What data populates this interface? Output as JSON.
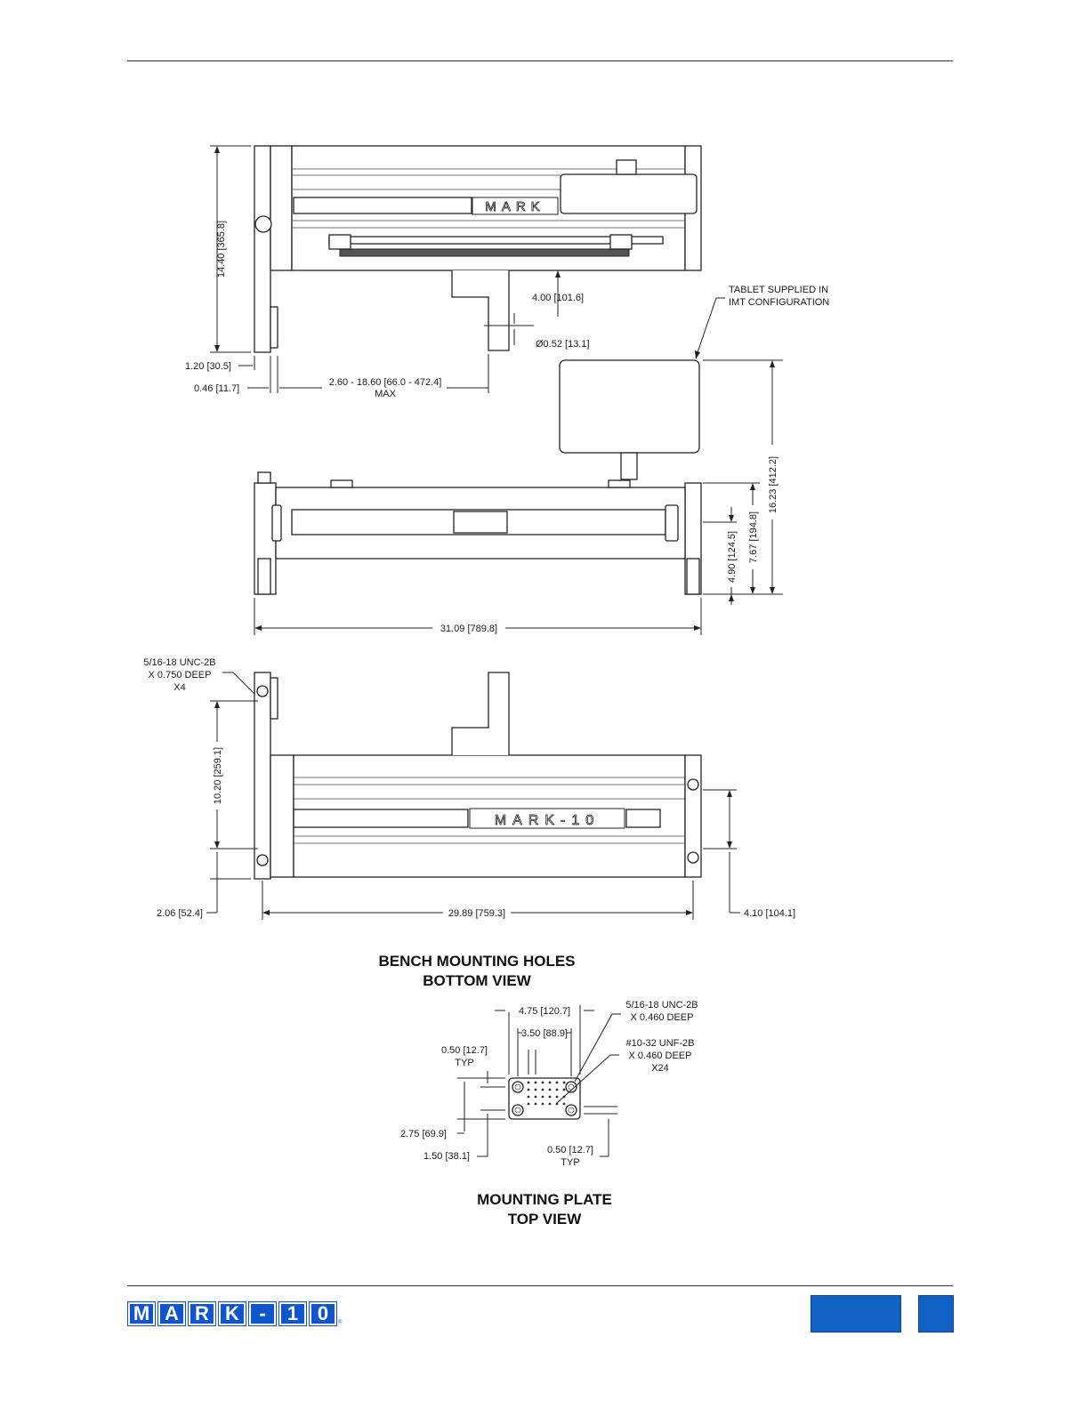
{
  "labels": {
    "top_view": {
      "height": "14.40 [365.8]",
      "arm": "4.00 [101.6]",
      "pin_dia": "Ø0.52 [13.1]",
      "offset_a": "1.20 [30.5]",
      "offset_b": "0.46 [11.7]",
      "travel": "2.60 - 18.60 [66.0 - 472.4]",
      "travel_note": "MAX",
      "brand": "MARK"
    },
    "tablet_note_1": "TABLET SUPPLIED IN",
    "tablet_note_2": "IMT CONFIGURATION",
    "front_view": {
      "overall_height": "16.23 [412.2]",
      "mid_height": "7.67 [194.8]",
      "low_height": "4.90 [124.5]",
      "width": "31.09 [789.8]"
    },
    "bottom_view": {
      "thread_1": "5/16-18 UNC-2B",
      "thread_2": "X 0.750 DEEP",
      "thread_3": "X4",
      "hole_spacing": "10.20 [259.1]",
      "left_offset": "2.06 [52.4]",
      "span": "29.89 [759.3]",
      "right_offset": "4.10 [104.1]",
      "brand": "MARK-10"
    },
    "plate": {
      "width_outer": "4.75 [120.7]",
      "width_inner": "3.50 [88.9]",
      "edge_left_1": "0.50 [12.7]",
      "edge_left_2": "TYP",
      "height_outer": "2.75 [69.9]",
      "height_inner": "1.50 [38.1]",
      "edge_bottom_1": "0.50 [12.7]",
      "edge_bottom_2": "TYP",
      "large_thread_1": "5/16-18 UNC-2B",
      "large_thread_2": "X 0.460 DEEP",
      "small_thread_1": "#10-32 UNF-2B",
      "small_thread_2": "X 0.460 DEEP",
      "small_thread_3": "X24"
    }
  },
  "captions": {
    "bench_1": "BENCH MOUNTING HOLES",
    "bench_2": "BOTTOM VIEW",
    "plate_1": "MOUNTING PLATE",
    "plate_2": "TOP VIEW"
  },
  "footer": {
    "logo_letters": [
      "M",
      "A",
      "R",
      "K",
      "-",
      "1",
      "0"
    ],
    "logo_mark": "®",
    "brand_color": "#1155cc",
    "box_color": "#1262c6"
  }
}
